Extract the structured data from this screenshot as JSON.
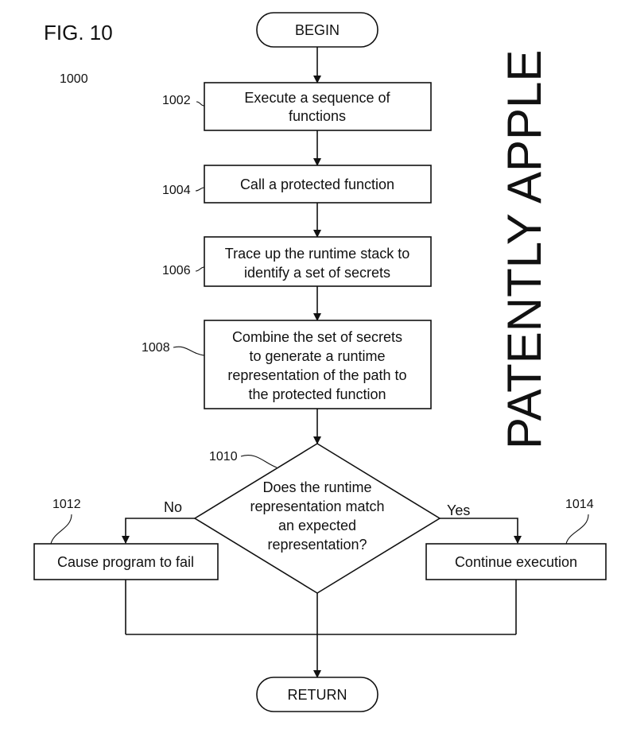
{
  "figure": {
    "title": "FIG. 10",
    "number": "1000"
  },
  "watermark": "PATENTLY APPLE",
  "nodes": {
    "begin": {
      "label": "BEGIN"
    },
    "step_1002": {
      "ref": "1002",
      "lines": [
        "Execute a sequence of",
        "functions"
      ]
    },
    "step_1004": {
      "ref": "1004",
      "lines": [
        "Call a protected function"
      ]
    },
    "step_1006": {
      "ref": "1006",
      "lines": [
        "Trace up the runtime stack to",
        "identify a set of secrets"
      ]
    },
    "step_1008": {
      "ref": "1008",
      "lines": [
        "Combine the set of secrets",
        "to generate a runtime",
        "representation of the path to",
        "the protected function"
      ]
    },
    "decision_1010": {
      "ref": "1010",
      "lines": [
        "Does the runtime",
        "representation match",
        "an expected",
        "representation?"
      ]
    },
    "step_1012": {
      "ref": "1012",
      "lines": [
        "Cause program to fail"
      ]
    },
    "step_1014": {
      "ref": "1014",
      "lines": [
        "Continue execution"
      ]
    },
    "return": {
      "label": "RETURN"
    }
  },
  "edges": {
    "no_label": "No",
    "yes_label": "Yes"
  }
}
